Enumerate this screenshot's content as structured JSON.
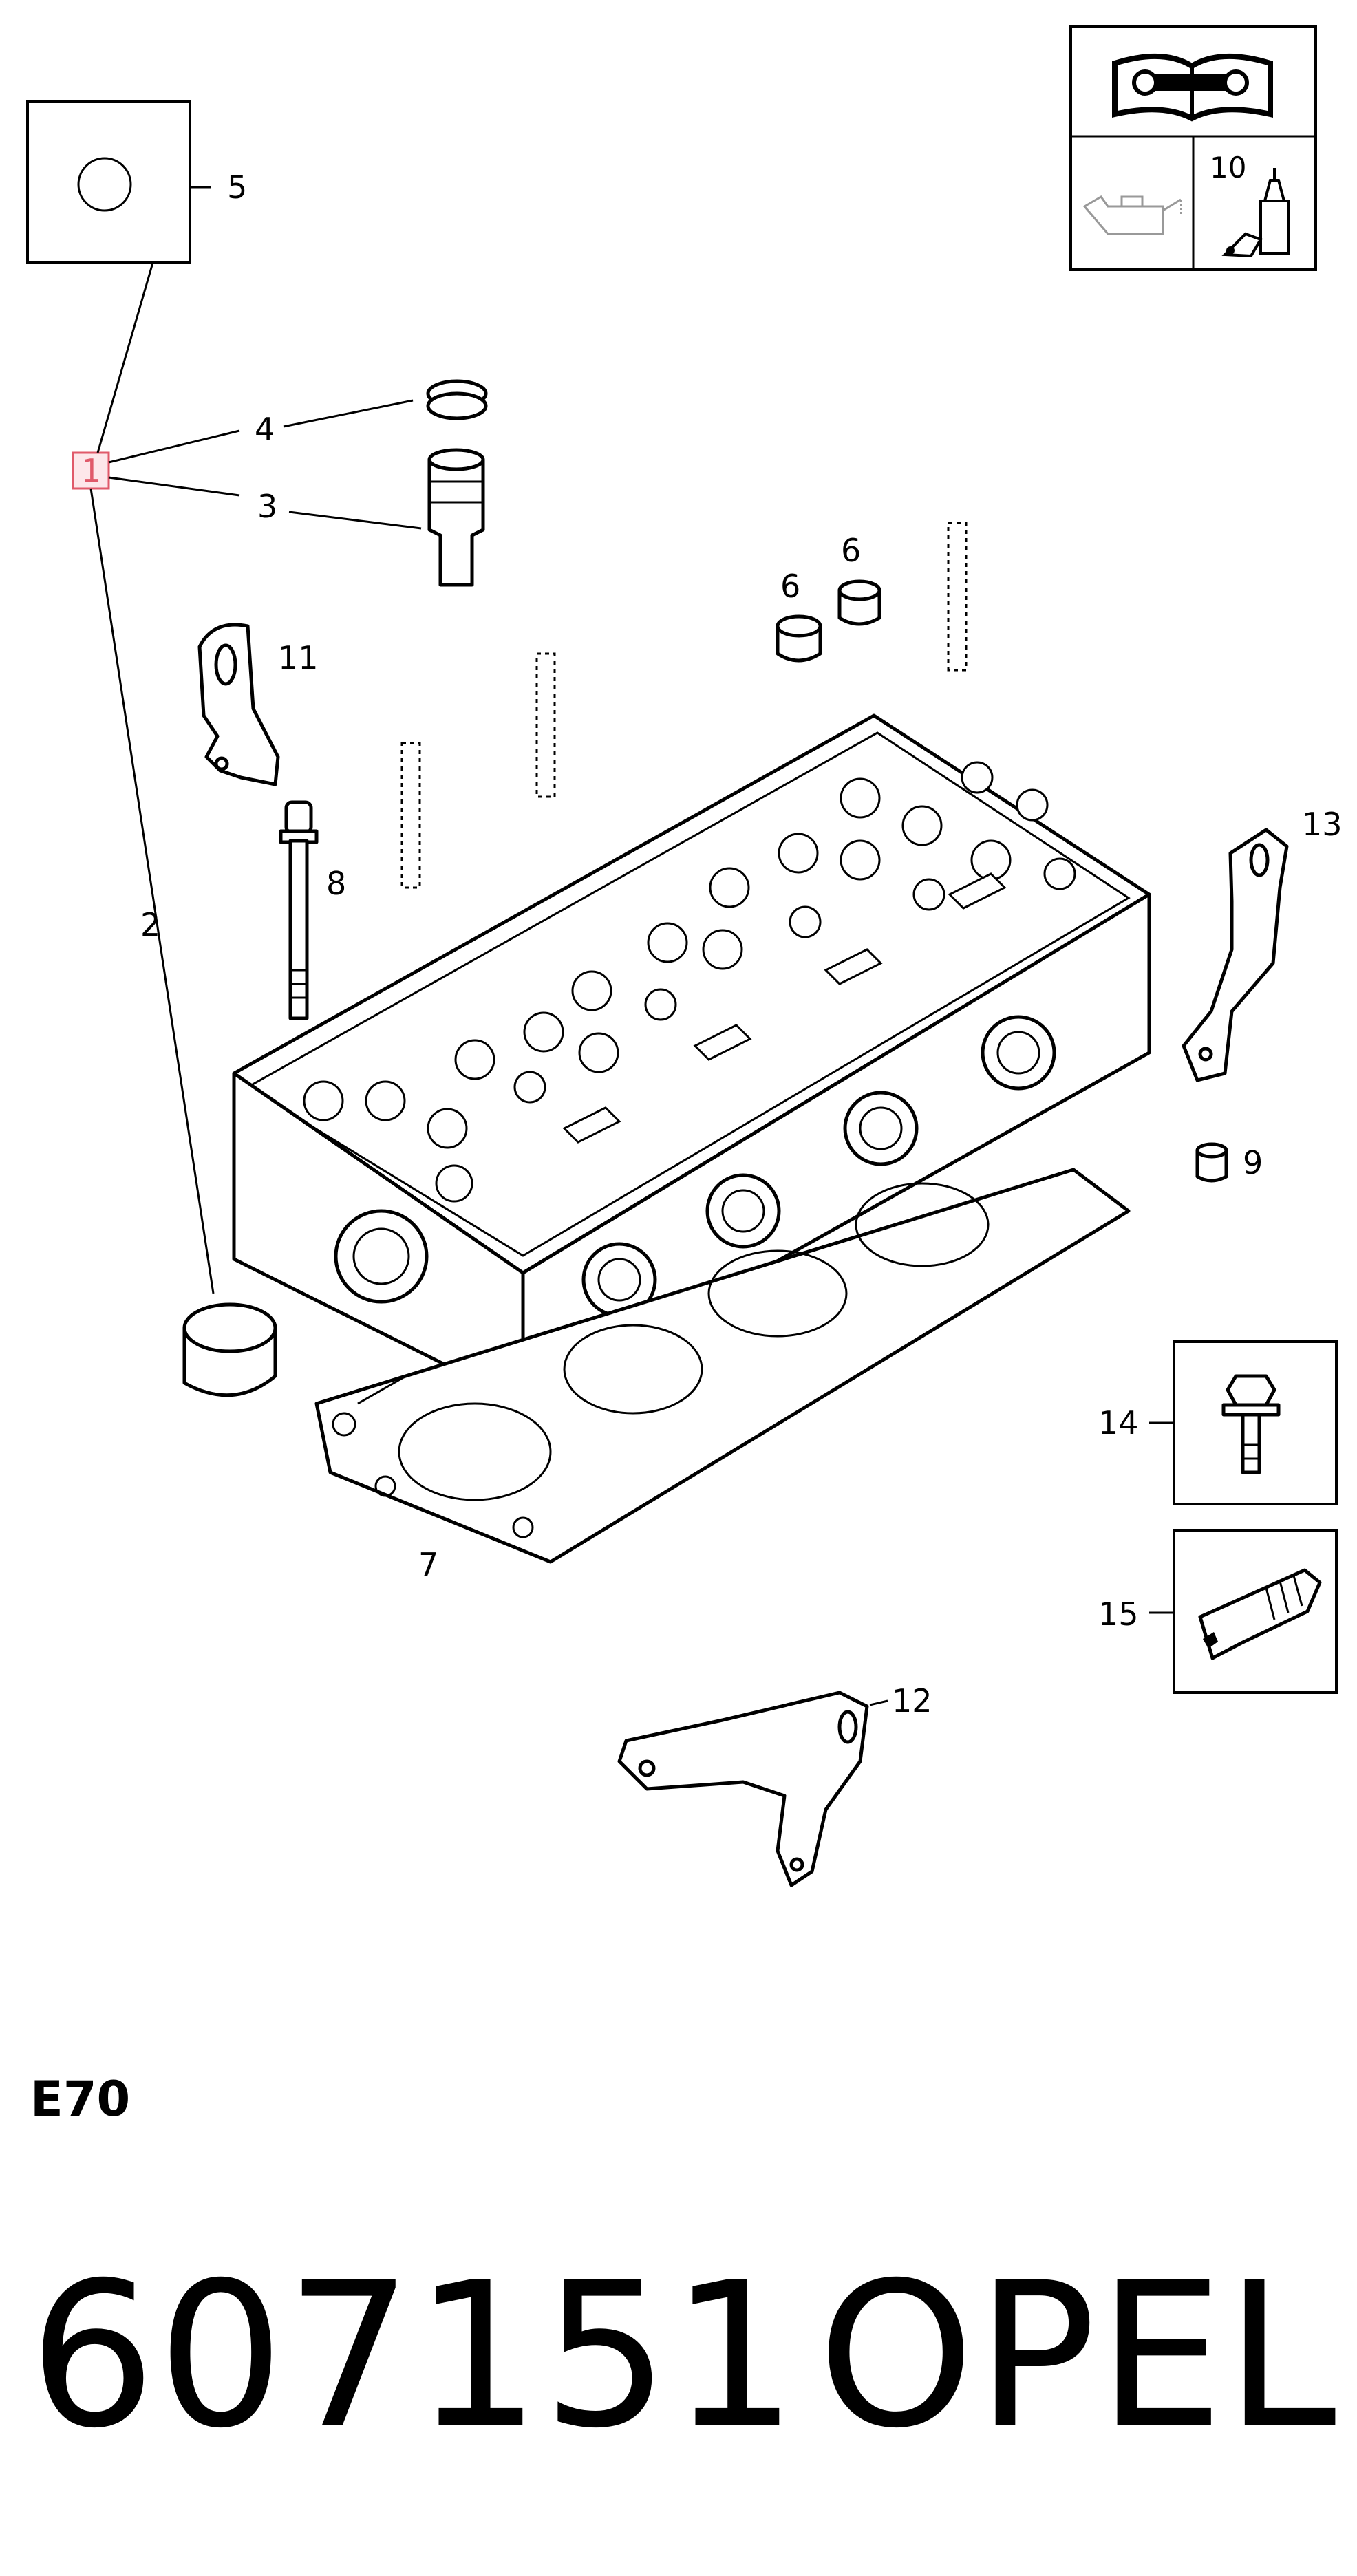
{
  "diagram": {
    "callouts": [
      "1",
      "2",
      "3",
      "4",
      "5",
      "6",
      "6",
      "7",
      "8",
      "9",
      "10",
      "11",
      "12",
      "13",
      "14",
      "15"
    ],
    "highlight_color": "#e05a6a",
    "icons": [
      "workshop-manual-icon",
      "oil-can-icon",
      "sealant-tube-icon"
    ]
  },
  "group_code": "E70",
  "footer": {
    "part_number": "607151",
    "brand": "OPEL"
  }
}
